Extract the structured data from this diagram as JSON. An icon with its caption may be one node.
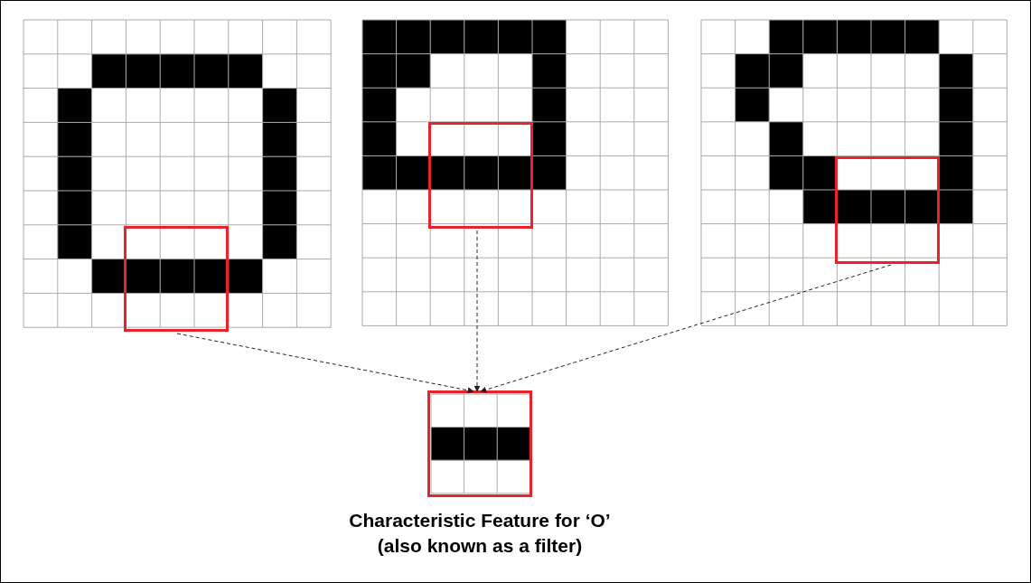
{
  "diagram": {
    "nodes": [
      {
        "text": [],
        "shape": "box"
      },
      {
        "text": [],
        "shape": "box"
      },
      {
        "text": [],
        "shape": "box"
      },
      {
        "text": [
          "Characteristic Feature for ‘O’ (also known as a filter)"
        ]
      }
    ],
    "edges": [
      {
        "from": 0,
        "to": 3,
        "arrow": "to",
        "style": "dashed"
      },
      {
        "from": 1,
        "to": 3,
        "arrow": "to",
        "style": "dashed"
      },
      {
        "from": 2,
        "to": 3,
        "arrow": "to",
        "style": "dashed"
      }
    ]
  }
}
